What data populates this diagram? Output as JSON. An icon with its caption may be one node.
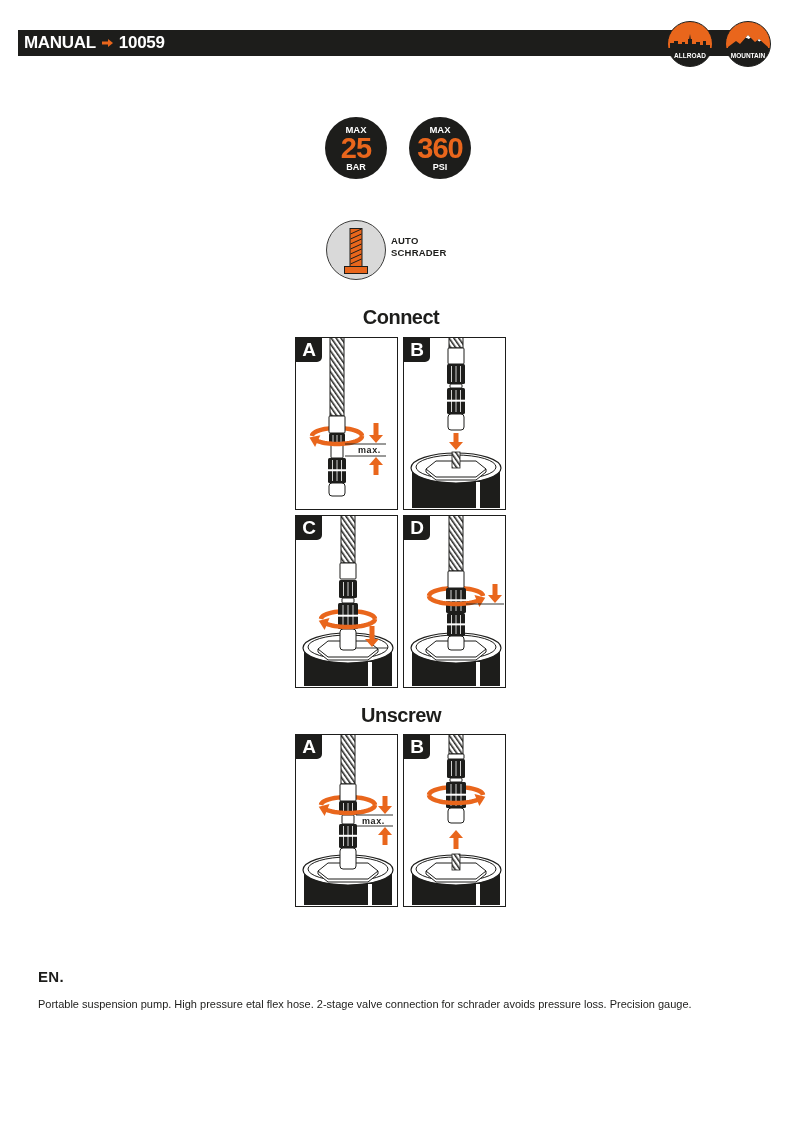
{
  "diagram": {
    "nodes": [
      {
        "text": [
          "ALLROAD"
        ]
      },
      {
        "text": [
          "MOUNTAIN"
        ]
      },
      {
        "text": [
          "MAX",
          "25",
          "BAR"
        ]
      },
      {
        "text": [
          "MAX",
          "360",
          "PSI"
        ]
      },
      {
        "text": [],
        "shape": "circle",
        "beside": [
          "AUTO SCHRADER"
        ]
      },
      {
        "text": [
          "A",
          "max."
        ]
      },
      {
        "text": [
          "B"
        ]
      },
      {
        "text": [
          "C"
        ]
      },
      {
        "text": [
          "D"
        ]
      },
      {
        "text": [
          "A",
          "max."
        ]
      },
      {
        "text": [
          "B"
        ]
      }
    ],
    "labels": [
      "MANUAL",
      "10059",
      "Connect",
      "Unscrew",
      "EN.",
      "Portable suspension pump. High pressure etal flex hose. 2-stage valve connection for schrader avoids pressure loss. Precision gauge."
    ]
  }
}
